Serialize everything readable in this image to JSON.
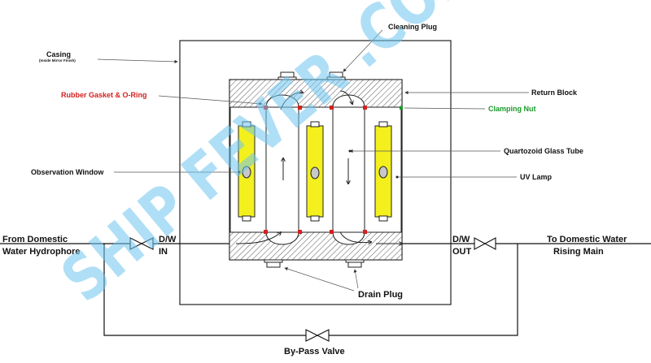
{
  "labels": {
    "casing": "Casing",
    "casing_note": "(Inside Mirror Finish)",
    "cleaning_plug": "Cleaning Plug",
    "return_block": "Return Block",
    "rubber_gasket": "Rubber Gasket & O-Ring",
    "clamping_nut": "Clamping Nut",
    "quartz_tube": "Quartozoid Glass Tube",
    "observation_window": "Observation Window",
    "uv_lamp": "UV Lamp",
    "from_line1": "From Domestic",
    "from_line2": "Water Hydrophore",
    "to_line1": "To Domestic Water",
    "to_line2": "Rising Main",
    "dw_in_1": "D/W",
    "dw_in_2": "IN",
    "dw_out_1": "D/W",
    "dw_out_2": "OUT",
    "drain_plug": "Drain Plug",
    "bypass_valve": "By-Pass Valve"
  },
  "watermark": "SHIP FEVER .COM",
  "colors": {
    "lamp": "#f4f01e",
    "gasket": "#d42020",
    "gasket_label": "#d42020",
    "clamp_label": "#1a9a2a",
    "watermark": "#6ec6f0",
    "window": "#c8c8c8"
  }
}
